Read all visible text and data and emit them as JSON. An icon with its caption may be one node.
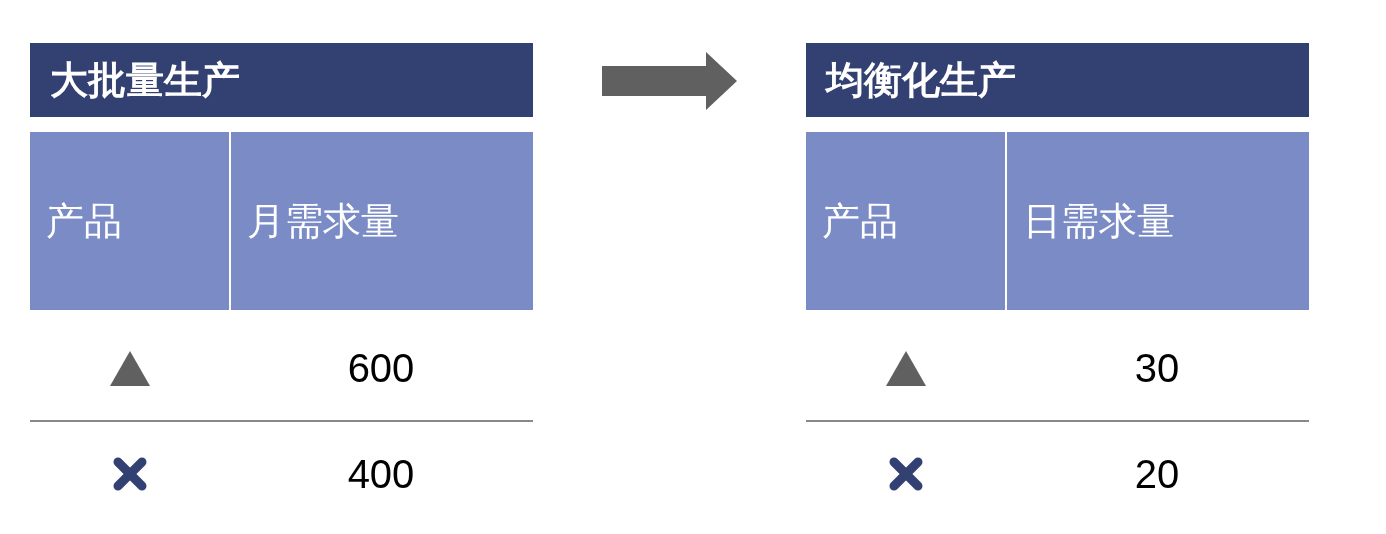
{
  "diagram": {
    "nodes": [
      {
        "text": [
          "大批量生产"
        ]
      },
      {
        "text": [
          "产品"
        ]
      },
      {
        "text": [
          "月需求量"
        ]
      },
      {
        "text": [
          "均衡化生产"
        ]
      },
      {
        "text": [
          "产品"
        ]
      },
      {
        "text": [
          "日需求量"
        ]
      }
    ],
    "edges": [
      {
        "from": 0,
        "to": 3,
        "arrow": "to"
      }
    ],
    "labels": [
      "600",
      "400",
      "30",
      "20"
    ]
  }
}
